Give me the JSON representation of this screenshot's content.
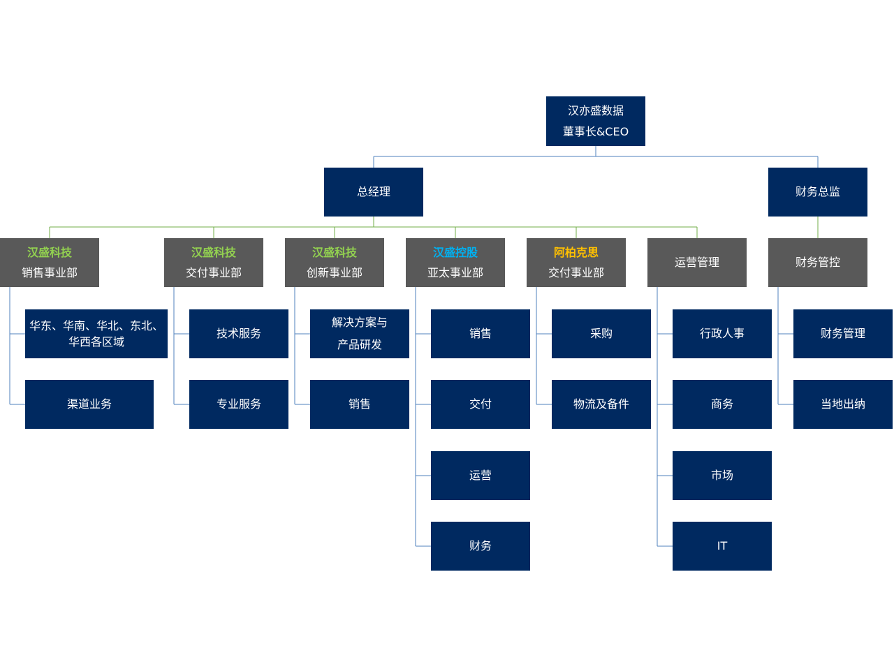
{
  "colors": {
    "navy": "#002960",
    "gray": "#595959",
    "green": "#92d050",
    "blue": "#00b0f0",
    "orange": "#ffc000",
    "line_blue": "#4f81bd",
    "line_green": "#70ad47"
  },
  "ceo": {
    "line1": "汉亦盛数据",
    "line2": "董事长&CEO"
  },
  "gm": "总经理",
  "cfo": "财务总监",
  "divisions": [
    {
      "brand": "汉盛科技",
      "dept": "销售事业部",
      "children": [
        "华东、华南、华北、东北、华西各区域",
        "渠道业务"
      ]
    },
    {
      "brand": "汉盛科技",
      "dept": "交付事业部",
      "children": [
        "技术服务",
        "专业服务"
      ]
    },
    {
      "brand": "汉盛科技",
      "dept": "创新事业部",
      "children": [
        "解决方案与产品研发",
        "销售"
      ]
    },
    {
      "brand": "汉盛控股",
      "dept": "亚太事业部",
      "children": [
        "销售",
        "交付",
        "运营",
        "财务"
      ]
    },
    {
      "brand": "阿柏克思",
      "dept": "交付事业部",
      "children": [
        "采购",
        "物流及备件"
      ]
    },
    {
      "brand": "",
      "dept": "运营管理",
      "children": [
        "行政人事",
        "商务",
        "市场",
        "IT"
      ]
    }
  ],
  "finance": {
    "dept": "财务管控",
    "children": [
      "财务管理",
      "当地出纳"
    ]
  },
  "multiline": {
    "region_line1": "华东、华南、华北、东北、",
    "region_line2": "华西各区域",
    "solution_line1": "解决方案与",
    "solution_line2": "产品研发"
  }
}
